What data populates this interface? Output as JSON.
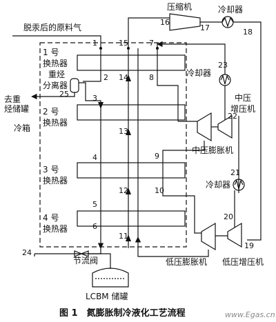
{
  "labels": {
    "feed_gas": "脱汞后的原料气",
    "compressor": "压缩机",
    "cooler_top": "冷却器",
    "hx1_a": "1 号",
    "hx1_b": "换热器",
    "heavy_sep_a": "重烃",
    "heavy_sep_b": "分离器",
    "to_heavy_a": "去重",
    "to_heavy_b": "烃储罐",
    "hx2_a": "2 号",
    "hx2_b": "换热器",
    "cold_box": "冷箱",
    "cooler23": "冷却器",
    "mp_booster_a": "中压",
    "mp_booster_b": "增压机",
    "mp_expander": "中压膨胀机",
    "hx3_a": "3 号",
    "hx3_b": "换热器",
    "cooler21": "冷却器",
    "hx4_a": "4 号",
    "hx4_b": "换热器",
    "throttle": "节流阀",
    "lp_expander": "低压膨胀机",
    "lp_booster": "低压增压机",
    "lcbm_tank": "LCBM 储罐",
    "caption": "图 1　氮膨胀制冷液化工艺流程",
    "watermark": "www.Egas.cn"
  },
  "points": {
    "p1": "1",
    "p2": "2",
    "p3": "3",
    "p4": "4",
    "p5": "5",
    "p6": "6",
    "p7": "7",
    "p8": "8",
    "p9": "9",
    "p10": "10",
    "p11": "11",
    "p12": "12",
    "p13": "13",
    "p14": "14",
    "p15": "15",
    "p16": "16",
    "p17": "17",
    "p18": "18",
    "p19": "19",
    "p20": "20",
    "p21": "21",
    "p22": "22",
    "p23": "23",
    "p24": "24",
    "p25": "25"
  }
}
